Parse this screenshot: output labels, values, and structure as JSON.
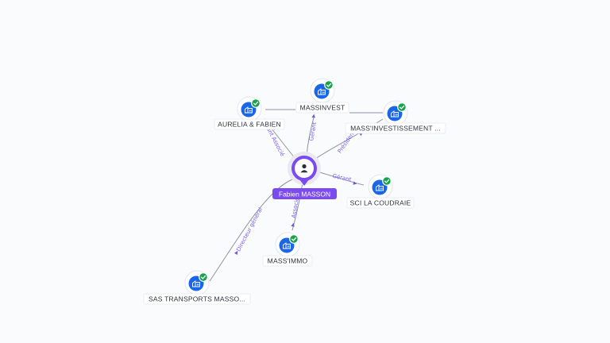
{
  "center": {
    "label": "Fabien MASSON",
    "icon": "person-icon"
  },
  "companies": [
    {
      "id": "massinvest",
      "label": "MASSINVEST",
      "icon": "building-icon",
      "verified": true
    },
    {
      "id": "aurelia",
      "label": "AURELIA & FABIEN",
      "icon": "building-icon",
      "verified": true
    },
    {
      "id": "massinvestissement",
      "label": "MASS'INVESTISSEMENT ...",
      "icon": "building-icon",
      "verified": true
    },
    {
      "id": "coudraie",
      "label": "SCI LA COUDRAIE",
      "icon": "building-icon",
      "verified": true
    },
    {
      "id": "massimmo",
      "label": "MASS'IMMO",
      "icon": "building-icon",
      "verified": true
    },
    {
      "id": "transports",
      "label": "SAS TRANSPORTS MASSO...",
      "icon": "building-icon",
      "verified": true
    }
  ],
  "relations": [
    {
      "from": "center",
      "to": "massinvest",
      "label": "Gérant"
    },
    {
      "from": "center",
      "to": "aurelia",
      "label": "Gérant Associé"
    },
    {
      "from": "center",
      "to": "massinvestissement",
      "label": "Président"
    },
    {
      "from": "center",
      "to": "coudraie",
      "label": "Gérant"
    },
    {
      "from": "center",
      "to": "massimmo",
      "label": "Associé"
    },
    {
      "from": "center",
      "to": "transports",
      "label": "Directeur général"
    },
    {
      "from": "aurelia",
      "to": "massinvest",
      "label": ""
    },
    {
      "from": "massinvest",
      "to": "massinvestissement",
      "label": ""
    }
  ],
  "colors": {
    "accent": "#7b4bf0",
    "node": "#1a66e8",
    "verified": "#17a34a"
  }
}
